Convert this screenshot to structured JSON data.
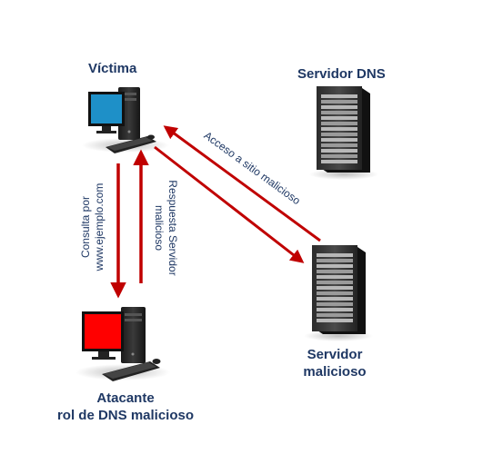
{
  "nodes": {
    "victim": {
      "label": "Víctima"
    },
    "dns_server": {
      "label": "Servidor DNS"
    },
    "malicious_server": {
      "label_line1": "Servidor",
      "label_line2": "malicioso"
    },
    "attacker": {
      "label_line1": "Atacante",
      "label_line2": "rol de DNS malicioso",
      "screen_color": "#ff0000"
    }
  },
  "edges": {
    "query": {
      "line1": "Consulta por",
      "line2": "www.ejemplo.com"
    },
    "response": {
      "line1": "Respuesta Servidor",
      "line2": "malicioso"
    },
    "access": {
      "label": "Acceso a sitio malicioso"
    }
  },
  "colors": {
    "arrow": "#c00000",
    "text": "#1f3864",
    "victim_screen": "#1e90c8"
  }
}
